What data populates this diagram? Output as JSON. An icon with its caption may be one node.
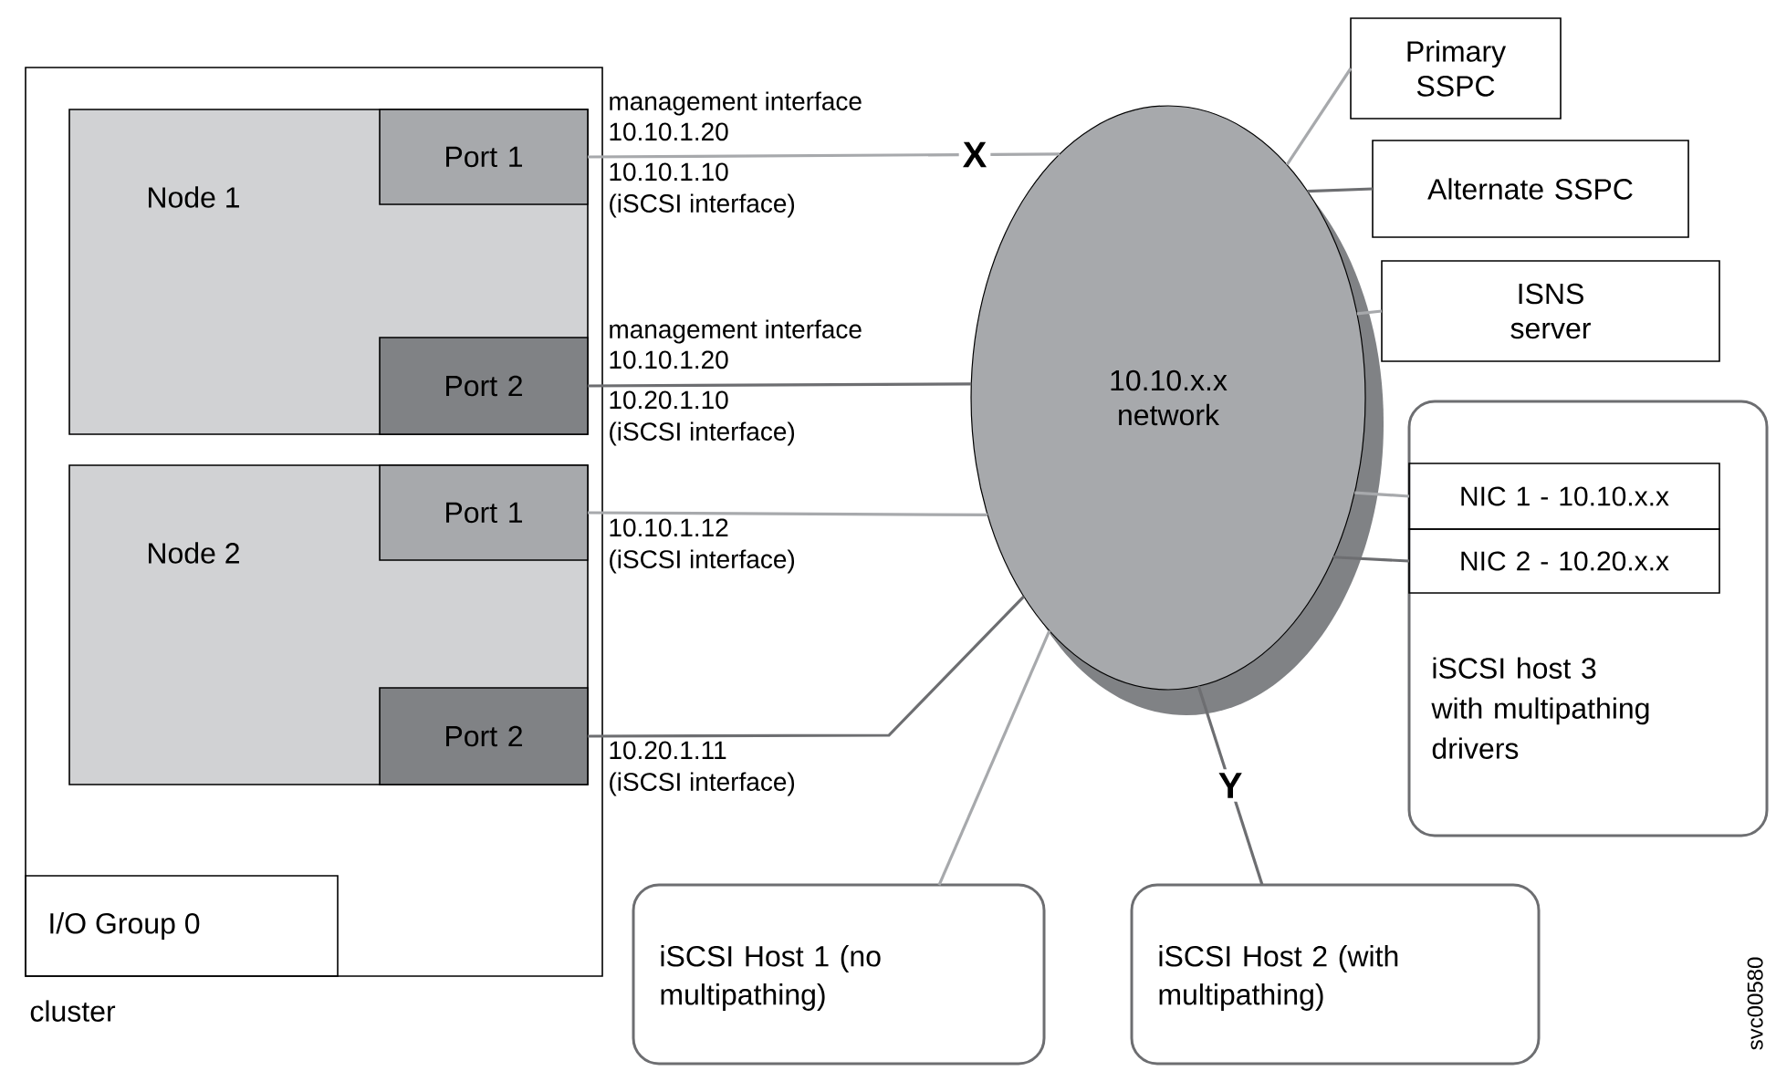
{
  "diagram": {
    "nodes": [
      {
        "text": [
          "cluster"
        ]
      },
      {
        "text": [
          "Node 1"
        ],
        "in": 0
      },
      {
        "text": [
          "Port 1"
        ],
        "in": 1
      },
      {
        "text": [
          "Port 2"
        ],
        "in": 1
      },
      {
        "text": [
          "Node 2"
        ],
        "in": 0
      },
      {
        "text": [
          "Port 1"
        ],
        "in": 4
      },
      {
        "text": [
          "Port 2"
        ],
        "in": 4
      },
      {
        "text": [
          "I/O Group 0"
        ],
        "in": 0
      },
      {
        "text": [
          "10.10.x.x network"
        ]
      },
      {
        "text": [
          "Primary SSPC"
        ]
      },
      {
        "text": [
          "Alternate SSPC"
        ]
      },
      {
        "text": [
          "ISNS server"
        ]
      },
      {
        "text": [
          "iSCSI host 3 with multipathing drivers"
        ]
      },
      {
        "text": [
          "NIC 1 - 10.10.x.x"
        ],
        "in": 12
      },
      {
        "text": [
          "NIC 2 - 10.20.x.x"
        ],
        "in": 12
      },
      {
        "text": [
          "iSCSI Host 1 (no multipathing)"
        ]
      },
      {
        "text": [
          "iSCSI Host 2 (with multipathing)"
        ]
      }
    ],
    "edges": [
      {
        "from": 2,
        "to": 8,
        "arrow": "none",
        "label": "X"
      },
      {
        "from": 3,
        "to": 8,
        "arrow": "none",
        "color": "#6d6e71"
      },
      {
        "from": 5,
        "to": 8,
        "arrow": "none"
      },
      {
        "from": 6,
        "to": 8,
        "arrow": "none",
        "color": "#6d6e71"
      },
      {
        "from": 8,
        "to": 9,
        "arrow": "none"
      },
      {
        "from": 8,
        "to": 10,
        "arrow": "none",
        "color": "#6d6e71"
      },
      {
        "from": 8,
        "to": 11,
        "arrow": "none"
      },
      {
        "from": 8,
        "to": 13,
        "arrow": "none"
      },
      {
        "from": 8,
        "to": 14,
        "arrow": "none",
        "color": "#6d6e71"
      },
      {
        "from": 8,
        "to": 15,
        "arrow": "none"
      },
      {
        "from": 8,
        "to": 16,
        "arrow": "none",
        "color": "#6d6e71",
        "label": "Y"
      }
    ],
    "labels": [
      "management interface",
      "10.10.1.20",
      "10.10.1.10",
      "(iSCSI interface)",
      "management interface",
      "10.10.1.20",
      "10.20.1.10",
      "(iSCSI interface)",
      "10.10.1.12",
      "(iSCSI interface)",
      "10.20.1.11",
      "(iSCSI interface)",
      "svc00580"
    ]
  }
}
